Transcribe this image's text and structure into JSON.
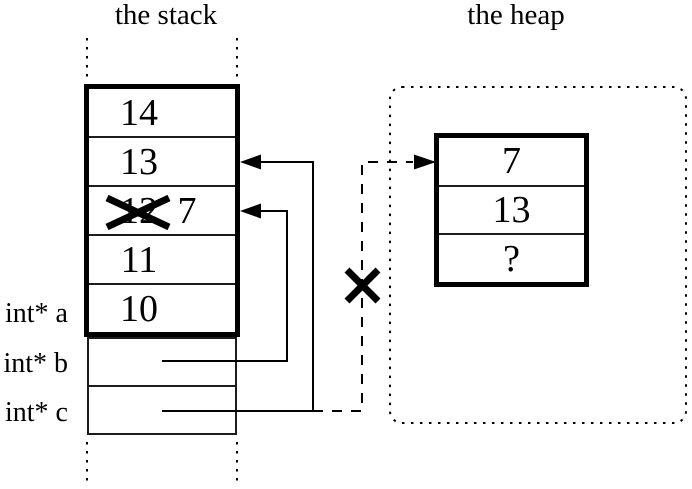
{
  "figure": {
    "colors": {
      "ink": "#000000",
      "background": "#ffffff"
    },
    "stack": {
      "title": "the stack",
      "cells": [
        {
          "value": "14"
        },
        {
          "value": "13"
        },
        {
          "value": "12",
          "crossed_out": true,
          "new_value": "7"
        },
        {
          "value": "11"
        },
        {
          "value": "10"
        }
      ],
      "pointer_labels": [
        "int* a",
        "int* b",
        "int* c"
      ]
    },
    "heap": {
      "title": "the heap",
      "cells": [
        {
          "value": "7"
        },
        {
          "value": "13"
        },
        {
          "value": "?"
        }
      ]
    }
  }
}
